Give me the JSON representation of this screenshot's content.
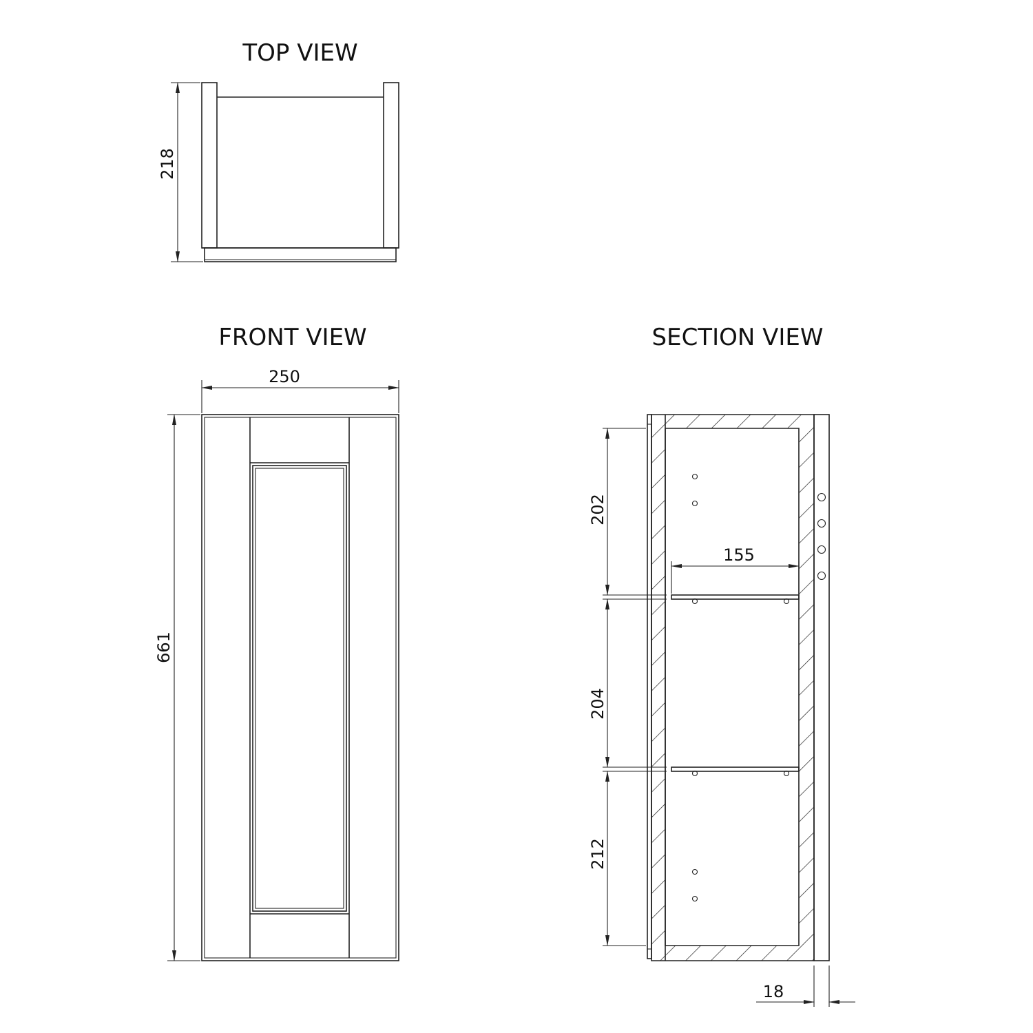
{
  "views": {
    "top": {
      "title": "TOP VIEW"
    },
    "front": {
      "title": "FRONT VIEW"
    },
    "section": {
      "title": "SECTION VIEW"
    }
  },
  "dimensions": {
    "top_depth": "218",
    "front_width": "250",
    "front_height": "661",
    "section_upper": "202",
    "section_middle": "204",
    "section_lower": "212",
    "shelf_depth": "155",
    "back_thickness": "18"
  }
}
